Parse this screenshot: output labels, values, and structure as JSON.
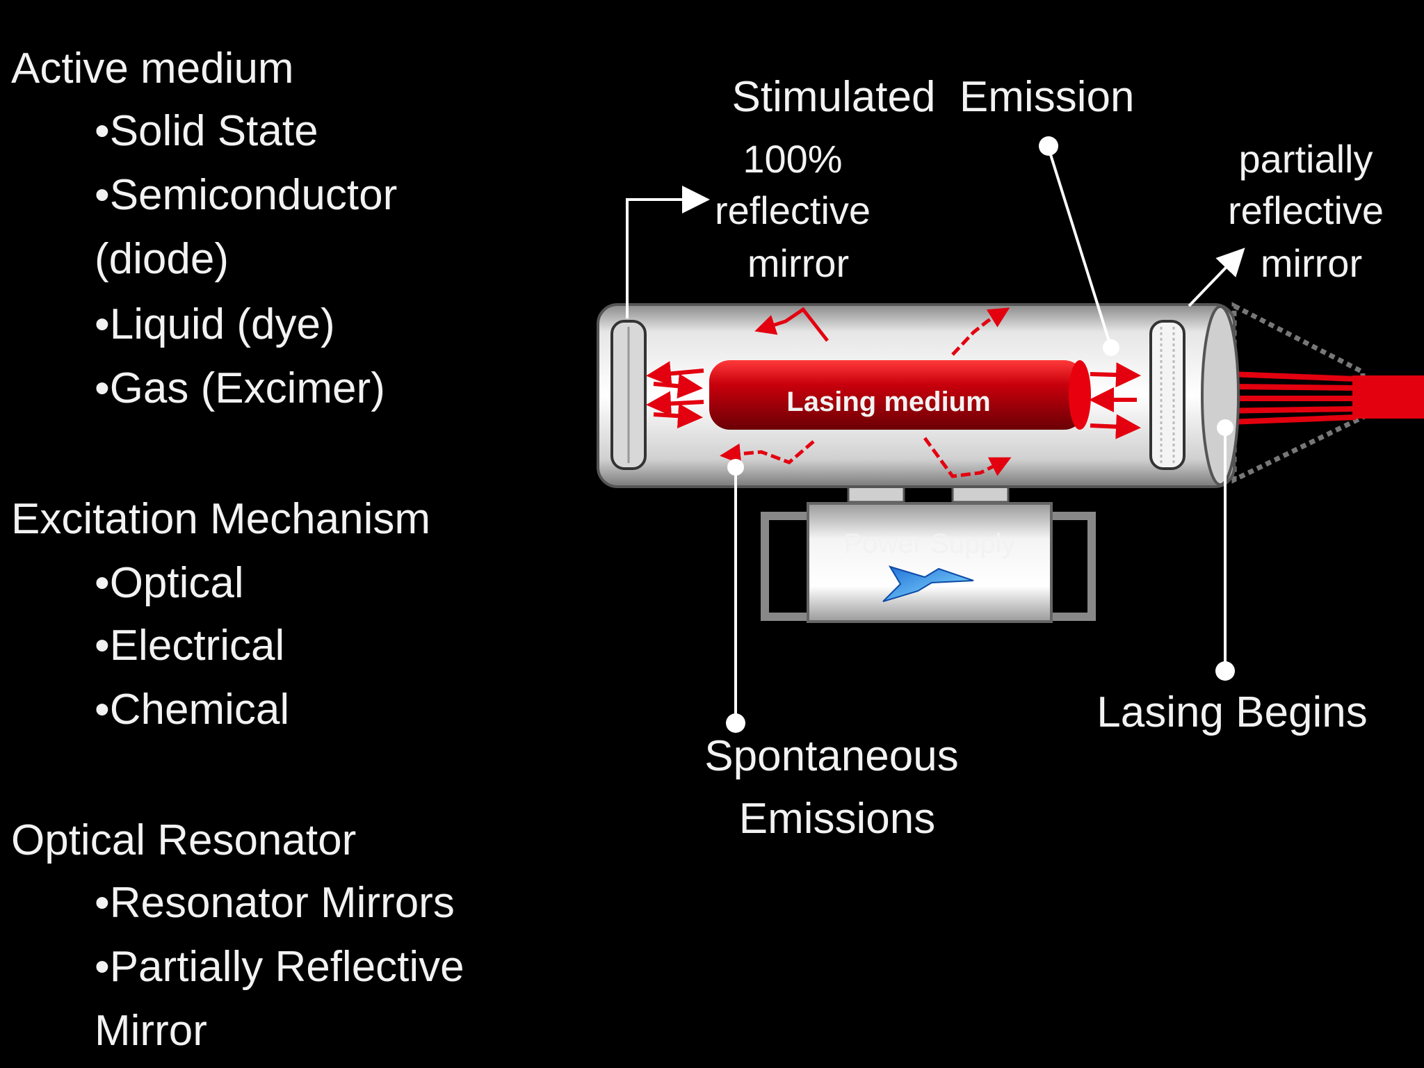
{
  "sections": [
    {
      "heading": "Active medium",
      "items": [
        "•Solid State",
        "•Semiconductor",
        "(diode)",
        "•Liquid (dye)",
        "•Gas (Excimer)"
      ]
    },
    {
      "heading": "Excitation Mechanism",
      "items": [
        "•Optical",
        "•Electrical",
        "•Chemical"
      ]
    },
    {
      "heading": "Optical Resonator",
      "items": [
        "•Resonator Mirrors",
        "•Partially Reflective",
        "Mirror"
      ]
    }
  ],
  "diagram": {
    "stimulated_emission": "Stimulated  Emission",
    "full_mirror": [
      "100%",
      "reflective",
      "mirror"
    ],
    "partial_mirror": [
      "partially",
      "reflective",
      "mirror"
    ],
    "lasing_medium": "Lasing medium",
    "power_supply": "Power Supply",
    "spontaneous_emissions": [
      "Spontaneous",
      "Emissions"
    ],
    "lasing_begins": "Lasing Begins",
    "colors": {
      "background": "#000000",
      "beam": "#e3000f",
      "medium": "#c8000c",
      "tube": "#d9d9d9",
      "text": "#f2f2f2"
    }
  }
}
